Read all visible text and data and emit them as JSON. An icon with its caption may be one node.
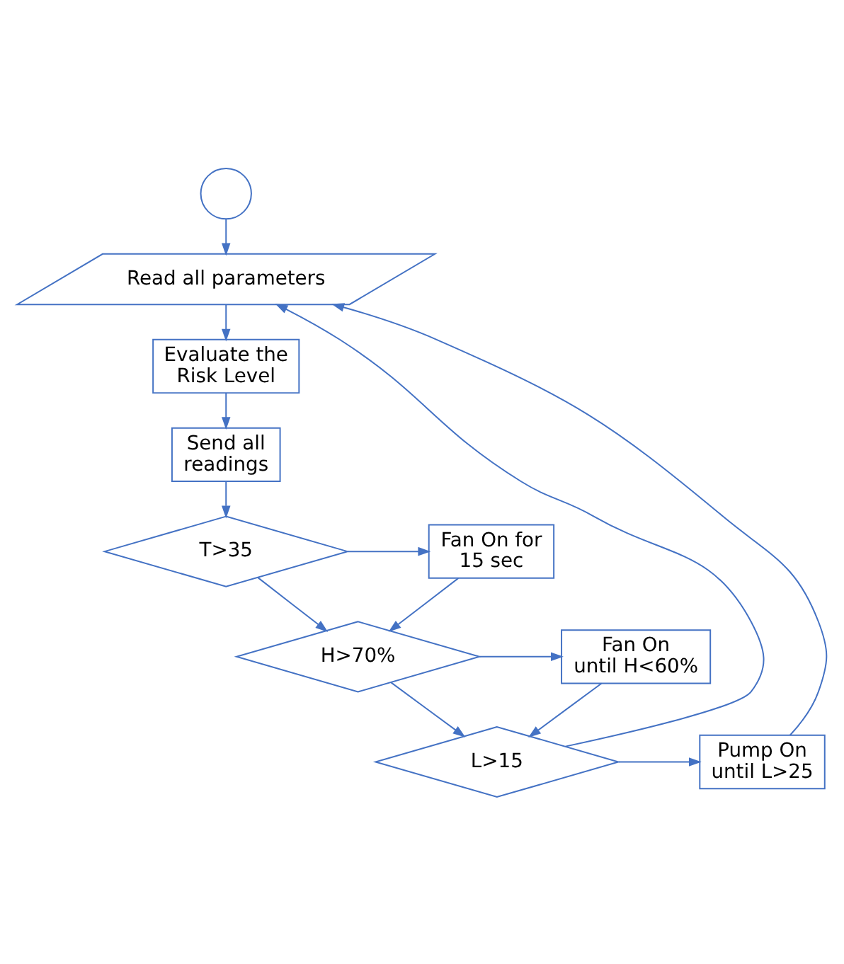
{
  "diagram": {
    "nodes": [
      {
        "text": [],
        "shape": "circle"
      },
      {
        "text": [
          "Read all parameters"
        ]
      },
      {
        "text": [
          "Evaluate the Risk Level"
        ]
      },
      {
        "text": [
          "Send all readings"
        ]
      },
      {
        "text": [
          "T>35"
        ]
      },
      {
        "text": [
          "Fan On for 15 sec"
        ]
      },
      {
        "text": [
          "H>70%"
        ]
      },
      {
        "text": [
          "Fan On until H<60%"
        ]
      },
      {
        "text": [
          "L>15"
        ]
      },
      {
        "text": [
          "Pump On until L>25"
        ]
      }
    ],
    "edges": [
      {
        "from": 0,
        "to": 1,
        "arrow": "to"
      },
      {
        "from": 1,
        "to": 2,
        "arrow": "to"
      },
      {
        "from": 2,
        "to": 3,
        "arrow": "to"
      },
      {
        "from": 3,
        "to": 4,
        "arrow": "to"
      },
      {
        "from": 4,
        "to": 5,
        "arrow": "to"
      },
      {
        "from": 4,
        "to": 6,
        "arrow": "to"
      },
      {
        "from": 5,
        "to": 6,
        "arrow": "to"
      },
      {
        "from": 6,
        "to": 7,
        "arrow": "to"
      },
      {
        "from": 6,
        "to": 8,
        "arrow": "to"
      },
      {
        "from": 7,
        "to": 8,
        "arrow": "to"
      },
      {
        "from": 8,
        "to": 9,
        "arrow": "to"
      },
      {
        "from": 8,
        "to": 1,
        "arrow": "to"
      },
      {
        "from": 9,
        "to": 1,
        "arrow": "to"
      }
    ]
  }
}
